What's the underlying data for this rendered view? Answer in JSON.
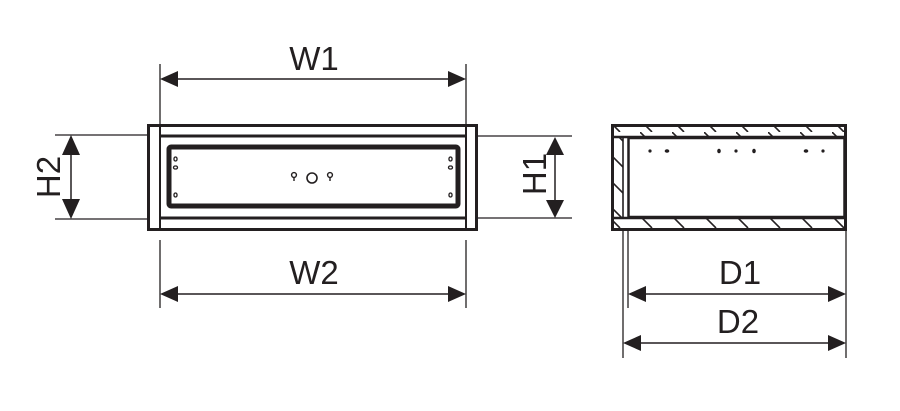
{
  "diagram": {
    "type": "technical-dimension-drawing",
    "line_color": "#231f20",
    "background": "#ffffff",
    "front_view": {
      "labels": {
        "width_top": "W1",
        "width_bottom": "W2",
        "height_left": "H2",
        "height_right": "H1"
      },
      "features": [
        "mounting-keyhole-left",
        "center-hole",
        "mounting-keyhole-right",
        "side-slots-left",
        "side-slots-right"
      ]
    },
    "side_view": {
      "labels": {
        "depth_inner": "D1",
        "depth_outer": "D2"
      },
      "features": [
        "hatched-wall-top",
        "hatched-wall-bottom",
        "hatched-wall-left",
        "mounting-dots"
      ]
    }
  }
}
